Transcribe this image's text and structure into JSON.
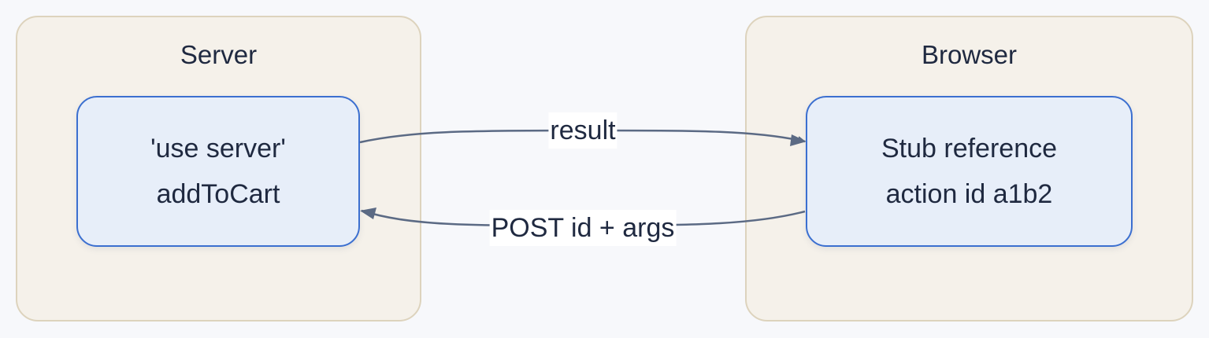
{
  "groups": {
    "server": {
      "title": "Server"
    },
    "browser": {
      "title": "Browser"
    }
  },
  "nodes": {
    "server_action": {
      "lines": [
        "'use server'",
        "addToCart"
      ]
    },
    "browser_stub": {
      "lines": [
        "Stub reference",
        "action id a1b2"
      ]
    }
  },
  "edges": {
    "result": {
      "label": "result",
      "from": "Server",
      "to": "Browser"
    },
    "post": {
      "label": "POST id + args",
      "from": "Browser",
      "to": "Server"
    }
  },
  "colors": {
    "background": "#f7f8fb",
    "group_fill": "#f5f1ea",
    "group_border": "#ddd3bd",
    "node_fill": "#e7eef9",
    "node_border": "#3b6fd0",
    "edge": "#5b6a84",
    "text": "#1f2940"
  }
}
